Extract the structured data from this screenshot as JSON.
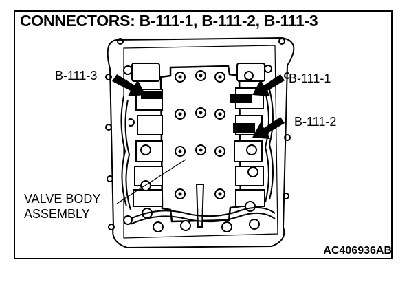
{
  "title": "CONNECTORS: B-111-1, B-111-2,  B-111-3",
  "labels": {
    "b111_3": "B-111-3",
    "b111_1": "B-111-1",
    "b111_2": "B-111-2",
    "valve_body_line1": "VALVE BODY",
    "valve_body_line2": "ASSEMBLY"
  },
  "figure_code": "AC406936AB",
  "colors": {
    "line": "#000000",
    "background": "#ffffff"
  },
  "icons": [
    "pointer-arrow-icon"
  ]
}
